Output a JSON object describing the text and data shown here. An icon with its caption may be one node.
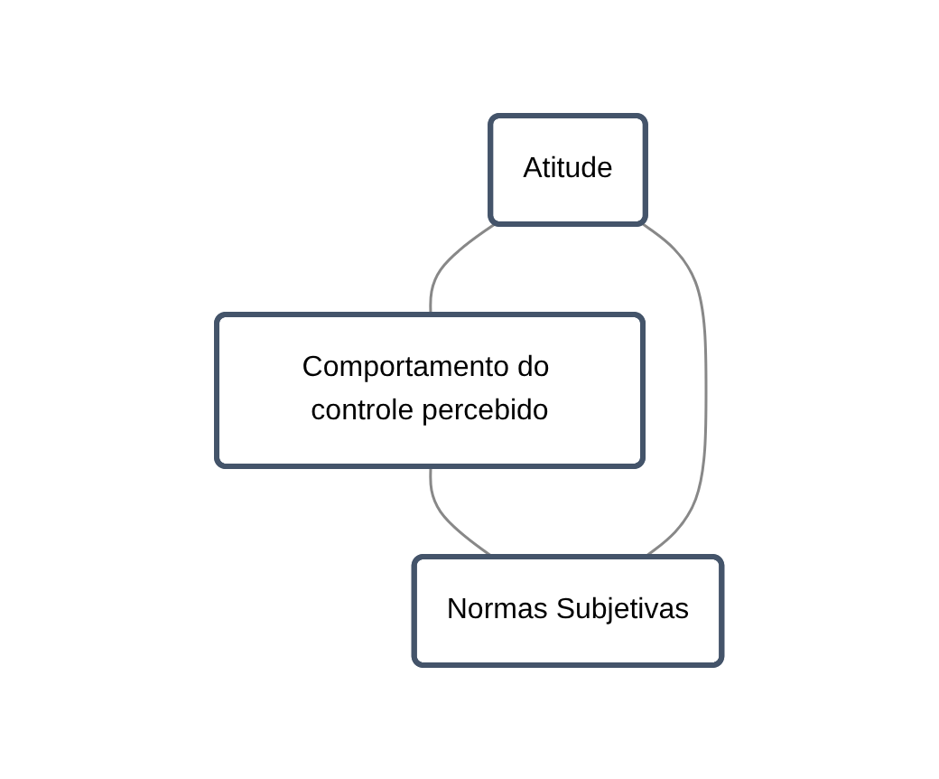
{
  "diagram": {
    "nodes": [
      {
        "text": [
          "Atitude"
        ]
      },
      {
        "text": [
          "Comportamento do controle percebido"
        ]
      },
      {
        "text": [
          "Normas Subjetivas"
        ]
      }
    ],
    "edges": [
      {
        "from": 0,
        "to": 1,
        "arrow": "none"
      },
      {
        "from": 1,
        "to": 2,
        "arrow": "none"
      },
      {
        "from": 2,
        "to": 0,
        "arrow": "none"
      }
    ]
  }
}
